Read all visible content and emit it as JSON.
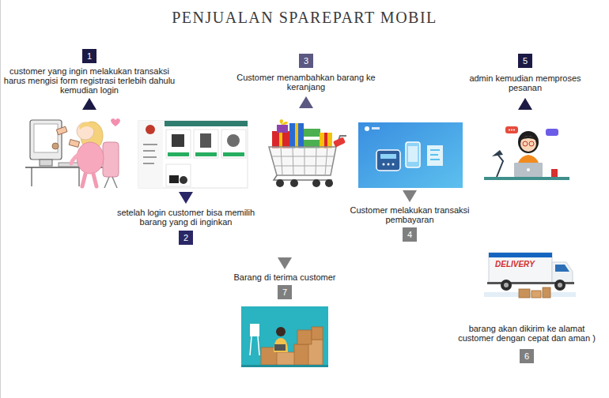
{
  "diagram": {
    "title": "PENJUALAN SPAREPART MOBIL",
    "nodes": [
      {
        "text": [
          "1",
          "customer yang ingin melakukan transaksi harus mengisi form registrasi terlebih dahulu kemudian login"
        ]
      },
      {
        "text": [
          "setelah login customer bisa memilih barang yang di inginkan",
          "2"
        ]
      },
      {
        "text": [
          "3",
          "Customer menambahkan barang ke keranjang"
        ]
      },
      {
        "text": [
          "Customer melakukan transaksi pembayaran",
          "4"
        ]
      },
      {
        "text": [
          "5",
          "admin kemudian memproses pesanan"
        ]
      },
      {
        "text": [
          "barang akan dikirim ke alamat customer dengan cepat dan aman )",
          "6"
        ]
      },
      {
        "text": [
          "Barang di terima customer",
          "7"
        ]
      }
    ],
    "labels": [
      "DELIVERY"
    ]
  }
}
